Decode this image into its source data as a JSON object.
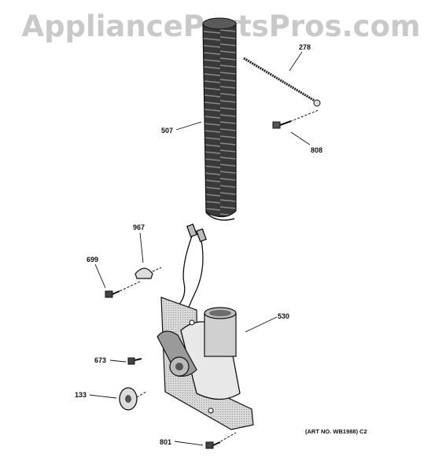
{
  "watermark": "AppliancePartsPros.com",
  "art_number": "(ART NO. WB1988) C2",
  "callouts": {
    "p278": "278",
    "p507": "507",
    "p808": "808",
    "p967": "967",
    "p699": "699",
    "p530": "530",
    "p673": "673",
    "p133": "133",
    "p801": "801"
  }
}
